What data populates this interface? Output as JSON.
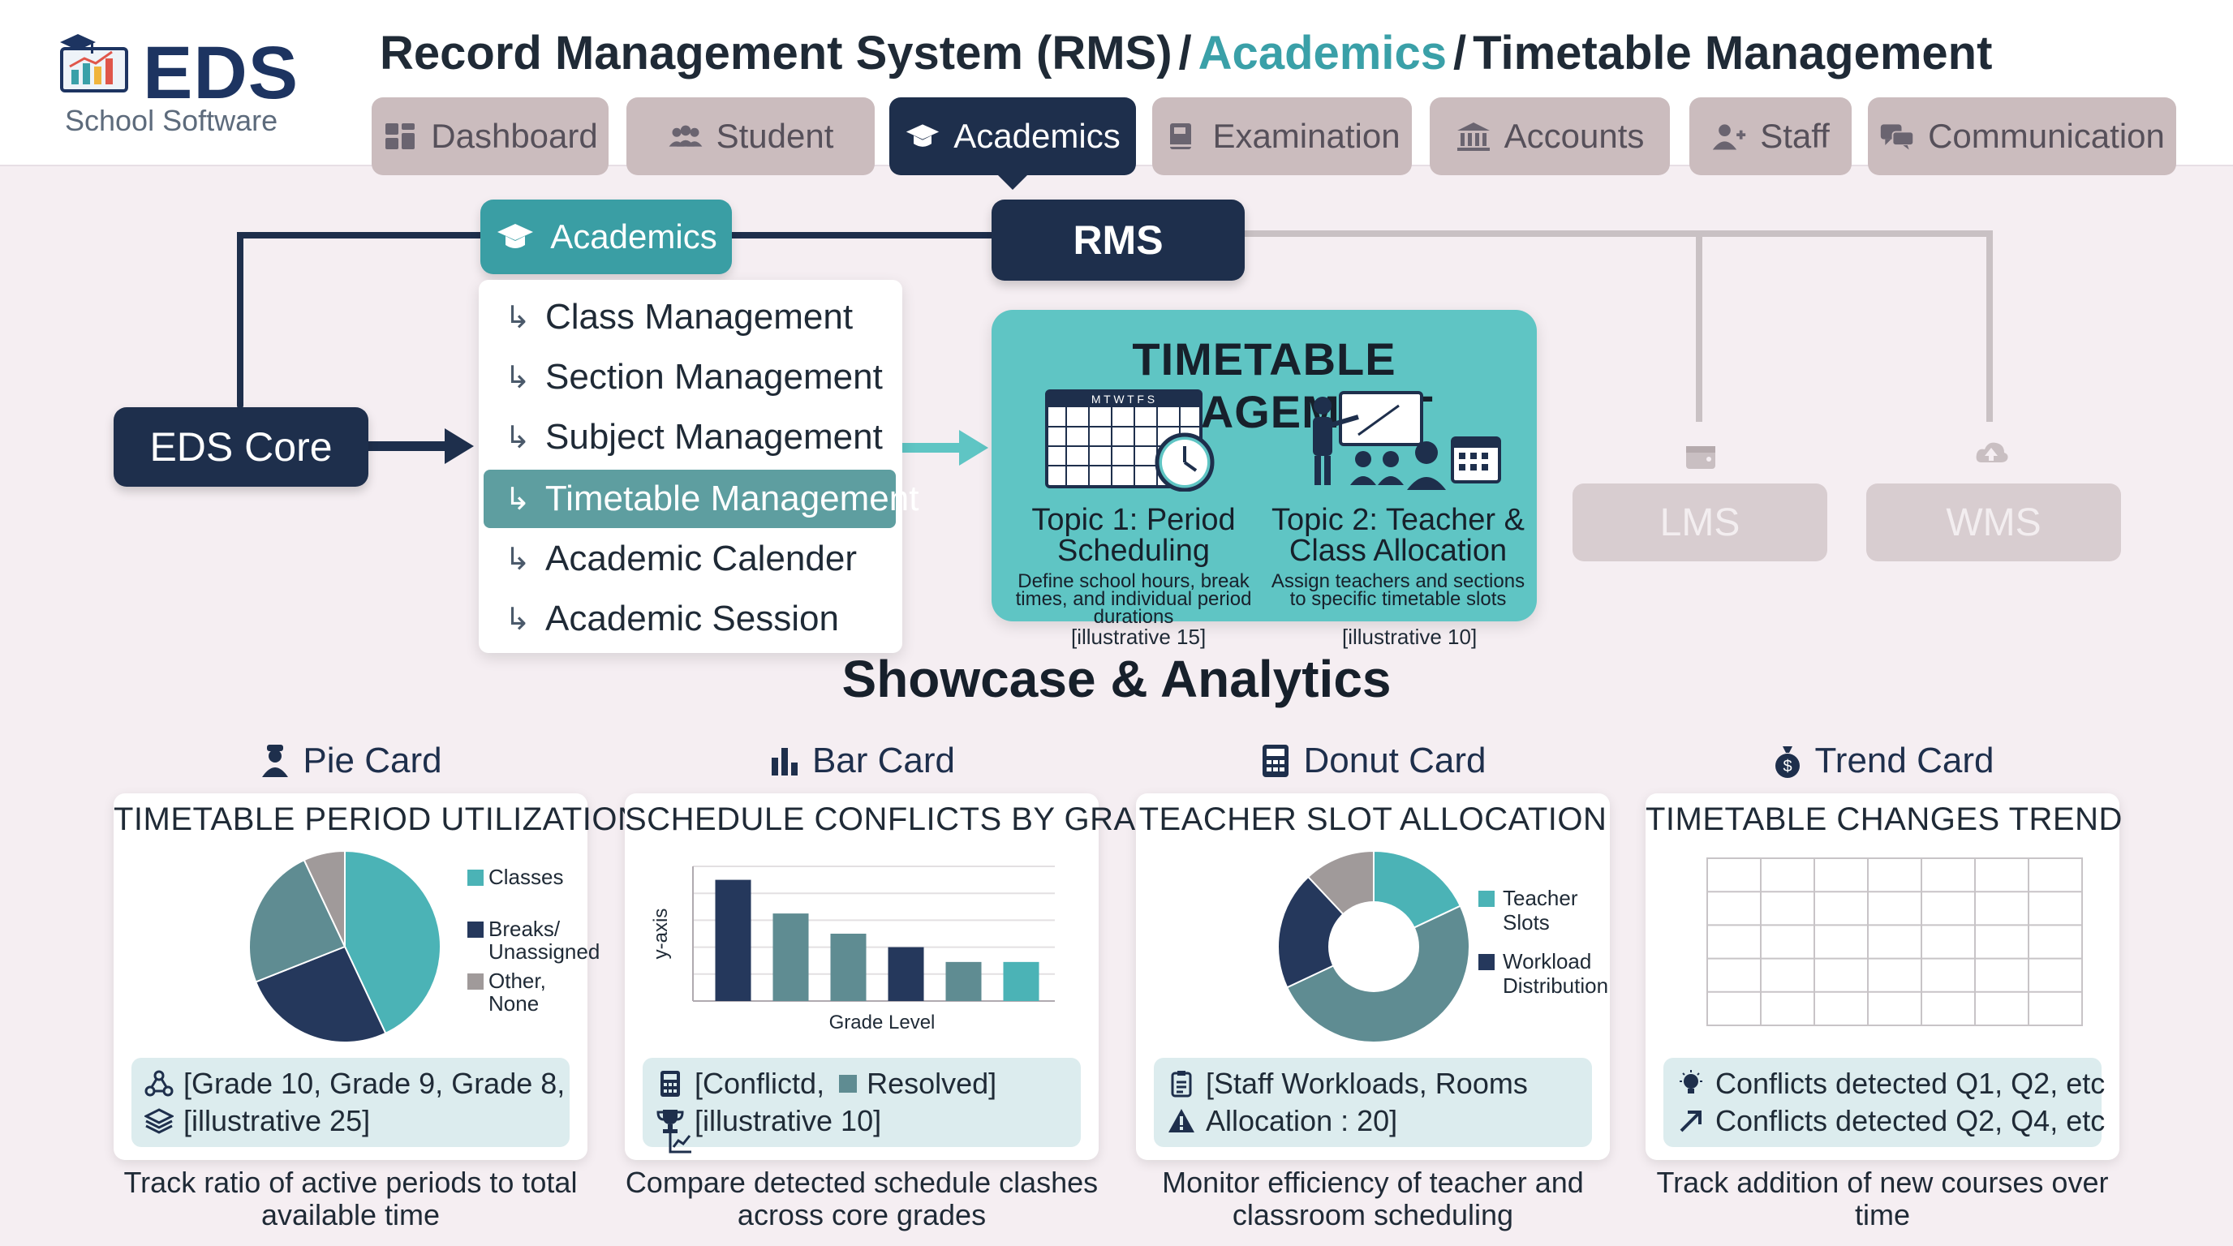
{
  "logo": {
    "brand": "EDS",
    "subtitle": "School Software"
  },
  "breadcrumb": {
    "root": "Record Management System (RMS)",
    "sep": "/",
    "middle": "Academics",
    "current": "Timetable Management"
  },
  "nav": {
    "items": [
      {
        "label": "Dashboard",
        "icon": "dashboard-icon"
      },
      {
        "label": "Student",
        "icon": "users-icon"
      },
      {
        "label": "Academics",
        "icon": "graduation-cap-icon",
        "active": true
      },
      {
        "label": "Examination",
        "icon": "book-icon"
      },
      {
        "label": "Accounts",
        "icon": "bank-icon"
      },
      {
        "label": "Staff",
        "icon": "user-plus-icon"
      },
      {
        "label": "Communication",
        "icon": "chat-icon"
      }
    ]
  },
  "flow": {
    "core": "EDS Core",
    "academics": "Academics",
    "rms": "RMS",
    "submenu": [
      {
        "label": "Class Management"
      },
      {
        "label": "Section Management"
      },
      {
        "label": "Subject Management"
      },
      {
        "label": "Timetable Management",
        "active": true
      },
      {
        "label": "Academic Calender"
      },
      {
        "label": "Academic Session"
      }
    ],
    "panel": {
      "title": "TIMETABLE MANAGEMENT",
      "calendar_days": "M T W T F S",
      "topic1": {
        "title_line1": "Topic 1: Period",
        "title_line2": "Scheduling",
        "desc_line1": "Define school hours, break",
        "desc_line2": "times, and individual period",
        "desc_line3": "durations",
        "illustrative": "[illustrative 15]"
      },
      "topic2": {
        "title_line1": "Topic 2: Teacher &",
        "title_line2": "Class Allocation",
        "desc_line1": "Assign teachers and sections",
        "desc_line2": "to specific timetable slots",
        "illustrative": "[illustrative 10]"
      }
    },
    "other_modules": [
      {
        "label": "LMS",
        "icon": "wallet-icon"
      },
      {
        "label": "WMS",
        "icon": "cloud-upload-icon"
      }
    ]
  },
  "showcase": {
    "title": "Showcase & Analytics",
    "cards": [
      {
        "label": "Pie Card",
        "title": "TIMETABLE PERIOD UTILIZATION",
        "legend": [
          {
            "line1": "Classes",
            "line2": "",
            "color": "#4bb3b6"
          },
          {
            "line1": "Breaks/",
            "line2": "Unassigned",
            "color": "#25385c"
          },
          {
            "line1": "Other,",
            "line2": "None",
            "color": "#a09a9a"
          }
        ],
        "footer": [
          "[Grade 10, Grade 9, Grade 8,",
          "[illustrative 25]"
        ],
        "desc_line1": "Track ratio of active periods to total",
        "desc_line2": "available time"
      },
      {
        "label": "Bar Card",
        "title": "SCHEDULE CONFLICTS BY GRADE",
        "ylabel": "y-axis",
        "xlabel": "Grade Level",
        "footer": [
          "[Conflictd,",
          "Resolved]",
          "[illustrative 10]"
        ],
        "desc_line1": "Compare detected schedule clashes",
        "desc_line2": "across core grades"
      },
      {
        "label": "Donut Card",
        "title": "TEACHER SLOT ALLOCATION",
        "legend": [
          {
            "line1": "Teacher",
            "line2": "Slots",
            "color": "#4bb3b6"
          },
          {
            "line1": "Workload",
            "line2": "Distribution",
            "color": "#25385c"
          }
        ],
        "footer": [
          "[Staff Workloads, Rooms",
          "Allocation : 20]"
        ],
        "desc_line1": "Monitor efficiency of teacher and",
        "desc_line2": "classroom scheduling"
      },
      {
        "label": "Trend Card",
        "title": "TIMETABLE CHANGES TREND",
        "footer": [
          "Conflicts detected Q1, Q2, etc",
          "Conflicts detected Q2, Q4, etc"
        ],
        "desc_line1": "Track addition of new courses over",
        "desc_line2": "time"
      }
    ]
  },
  "chart_data": [
    {
      "type": "pie",
      "title": "TIMETABLE PERIOD UTILIZATION",
      "series": [
        {
          "name": "Classes",
          "value": 43,
          "color": "#4bb3b6"
        },
        {
          "name": "Breaks/Unassigned",
          "value": 26,
          "color": "#25385c"
        },
        {
          "name": "",
          "value": 24,
          "color": "#5f8c92"
        },
        {
          "name": "Other, None",
          "value": 7,
          "color": "#a09a9a"
        }
      ]
    },
    {
      "type": "bar",
      "title": "SCHEDULE CONFLICTS BY GRADE",
      "xlabel": "Grade Level",
      "ylabel": "y-axis",
      "ylim": [
        0,
        100
      ],
      "values": [
        90,
        65,
        50,
        40,
        29,
        29
      ],
      "colors": [
        "#25385c",
        "#5f8c92",
        "#5f8c92",
        "#25385c",
        "#5f8c92",
        "#4bb3b6"
      ],
      "grid": true
    },
    {
      "type": "pie",
      "title": "TEACHER SLOT ALLOCATION",
      "donut": true,
      "series": [
        {
          "name": "Teacher Slots",
          "value": 18,
          "color": "#4bb3b6"
        },
        {
          "name": "",
          "value": 50,
          "color": "#5f8c92"
        },
        {
          "name": "Workload Distribution",
          "value": 20,
          "color": "#25385c"
        },
        {
          "name": "",
          "value": 12,
          "color": "#a09a9a"
        }
      ]
    },
    {
      "type": "line",
      "title": "TIMETABLE CHANGES TREND",
      "grid": true,
      "grid_cols": 7,
      "grid_rows": 5,
      "series": []
    }
  ]
}
